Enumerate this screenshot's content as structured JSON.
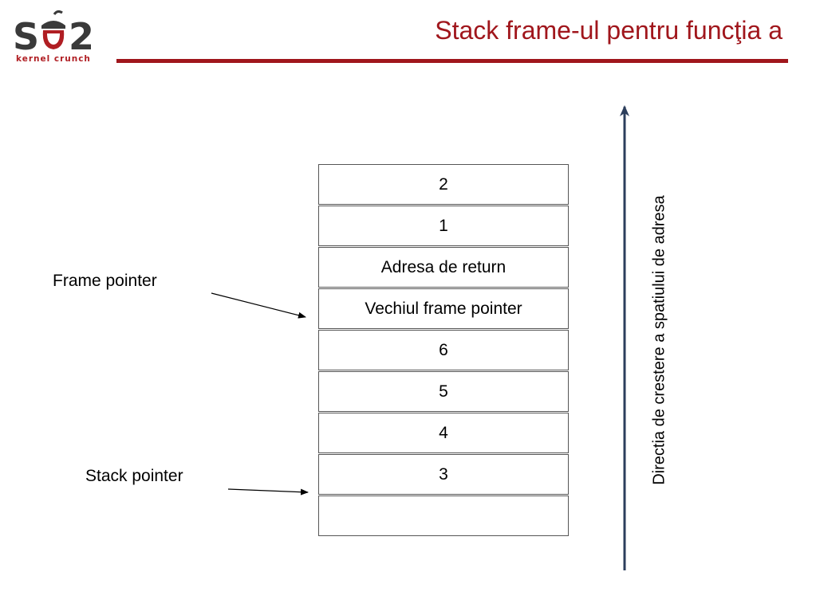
{
  "logo": {
    "mark_text": "so2",
    "subtitle": "kernel crunch",
    "color": "#b01e23"
  },
  "slide": {
    "title": "Stack frame-ul pentru funcţia a",
    "accent_color": "#a0161c"
  },
  "stack": {
    "cells": [
      "2",
      "1",
      "Adresa de return",
      "Vechiul frame pointer",
      "6",
      "5",
      "4",
      "3",
      ""
    ]
  },
  "pointers": {
    "frame_pointer_label": "Frame pointer",
    "stack_pointer_label": "Stack pointer"
  },
  "axis": {
    "label": "Directia de crestere a spatiului de adresa",
    "color": "#2c3e5c"
  }
}
